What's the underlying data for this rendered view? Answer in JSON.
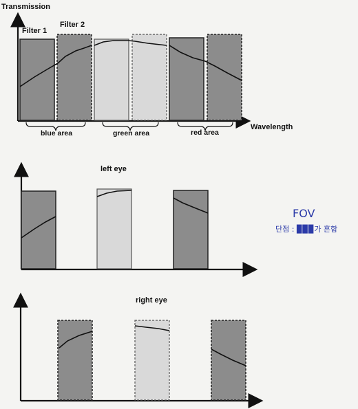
{
  "top": {
    "y_label": "Transmission",
    "x_label": "Wavelength",
    "filter1_label": "Filter 1",
    "filter2_label": "Filter 2",
    "areas": [
      "blue area",
      "green area",
      "red area"
    ]
  },
  "left_eye": {
    "title": "left eye"
  },
  "right_eye": {
    "title": "right eye"
  },
  "handwritten": {
    "line1": "FOV",
    "line2": "단점 : ▉▉▉가 흔함"
  }
}
